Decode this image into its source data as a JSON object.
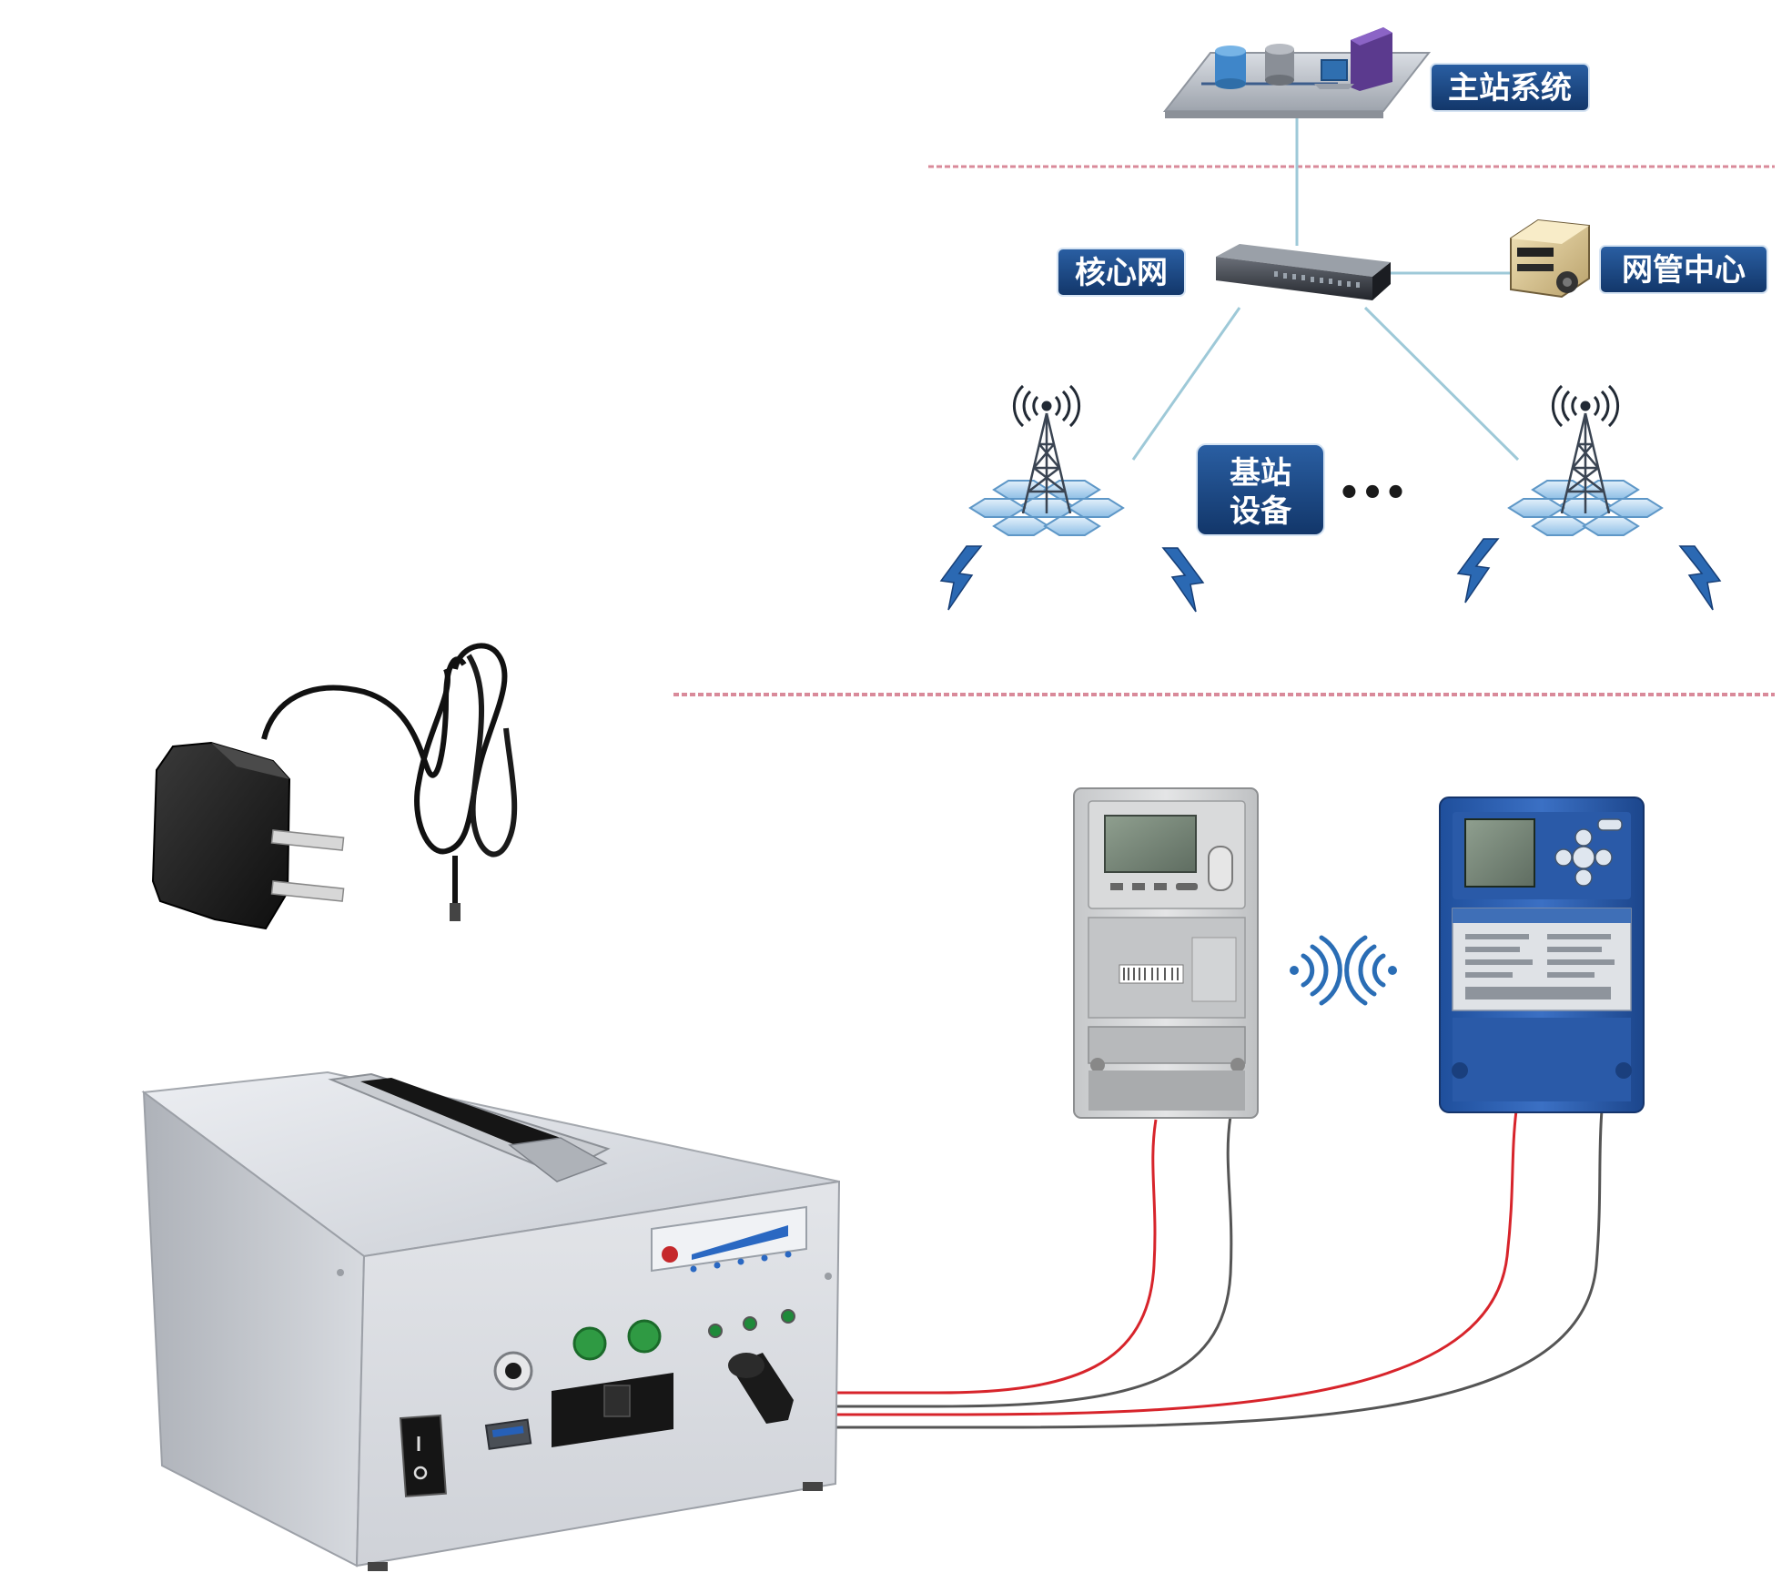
{
  "labels": {
    "master_station": "主站系统",
    "core_network": "核心网",
    "nms_center": "网管中心",
    "base_station_line1": "基站",
    "base_station_line2": "设备",
    "ellipsis": "•••"
  },
  "colors": {
    "label_bg": "#17457f",
    "link_line": "#9ec9d8",
    "divider": "#d98a9a",
    "wire_red": "#d7242b",
    "wire_black": "#555555",
    "signal_blue": "#2a6db5"
  },
  "icons": [
    "server-platform-icon",
    "router-icon",
    "nms-computer-icon",
    "cell-tower-icon",
    "lightning-icon",
    "wireless-signal-icon",
    "power-adapter-icon",
    "electric-meter-icon",
    "concentrator-icon",
    "test-box-icon"
  ]
}
